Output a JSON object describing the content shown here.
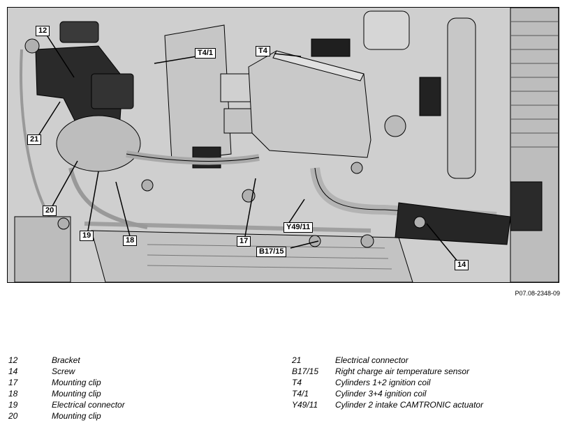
{
  "figure": {
    "code": "P07.08-2348-09",
    "callouts": [
      {
        "id": "12"
      },
      {
        "id": "T4/1"
      },
      {
        "id": "T4"
      },
      {
        "id": "21"
      },
      {
        "id": "20"
      },
      {
        "id": "19"
      },
      {
        "id": "18"
      },
      {
        "id": "17"
      },
      {
        "id": "Y49/11"
      },
      {
        "id": "B17/15"
      },
      {
        "id": "14"
      }
    ],
    "colors": {
      "background": "#d9d9d9",
      "metal_light": "#c8c8c8",
      "metal_dark": "#2a2a2a",
      "outline": "#000000"
    }
  },
  "legend": {
    "left": [
      {
        "code": "12",
        "desc": "Bracket"
      },
      {
        "code": "14",
        "desc": "Screw"
      },
      {
        "code": "17",
        "desc": "Mounting clip"
      },
      {
        "code": "18",
        "desc": "Mounting clip"
      },
      {
        "code": "19",
        "desc": "Electrical connector"
      },
      {
        "code": "20",
        "desc": "Mounting clip"
      }
    ],
    "right": [
      {
        "code": "21",
        "desc": "Electrical connector"
      },
      {
        "code": "B17/15",
        "desc": "Right charge air temperature sensor"
      },
      {
        "code": "T4",
        "desc": "Cylinders 1+2 ignition coil"
      },
      {
        "code": "T4/1",
        "desc": "Cylinder 3+4 ignition coil"
      },
      {
        "code": "Y49/11",
        "desc": "Cylinder 2 intake CAMTRONIC actuator"
      }
    ]
  }
}
